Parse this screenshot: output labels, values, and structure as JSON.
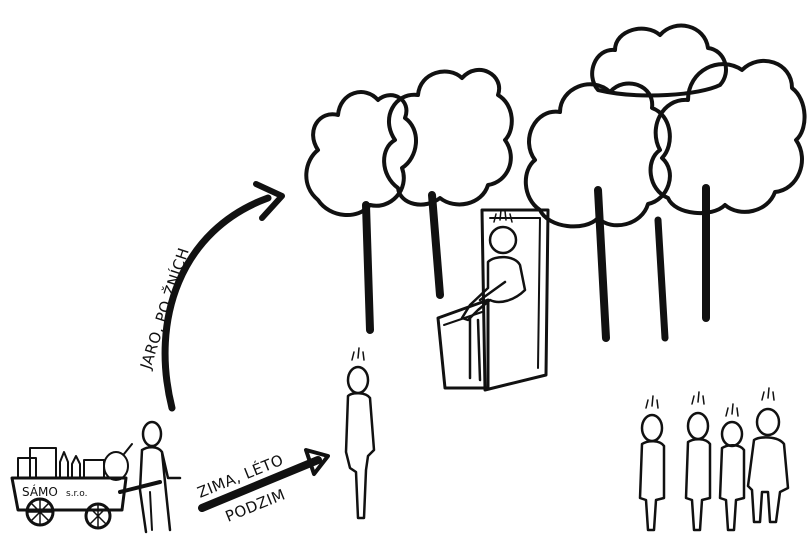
{
  "labels": {
    "spring_arrow": "JARO, PO ŽNÍCH",
    "winter_arrow_line1": "ZIMA, LÉTO",
    "winter_arrow_line2": "PODZIM",
    "cart_name": "SÁMO",
    "cart_suffix": "s.r.o."
  },
  "colors": {
    "ink": "#111111",
    "background": "#ffffff"
  },
  "icons": [
    "tree-icon",
    "throne-icon",
    "cart-icon",
    "person-icon",
    "hair-flame-icon"
  ]
}
